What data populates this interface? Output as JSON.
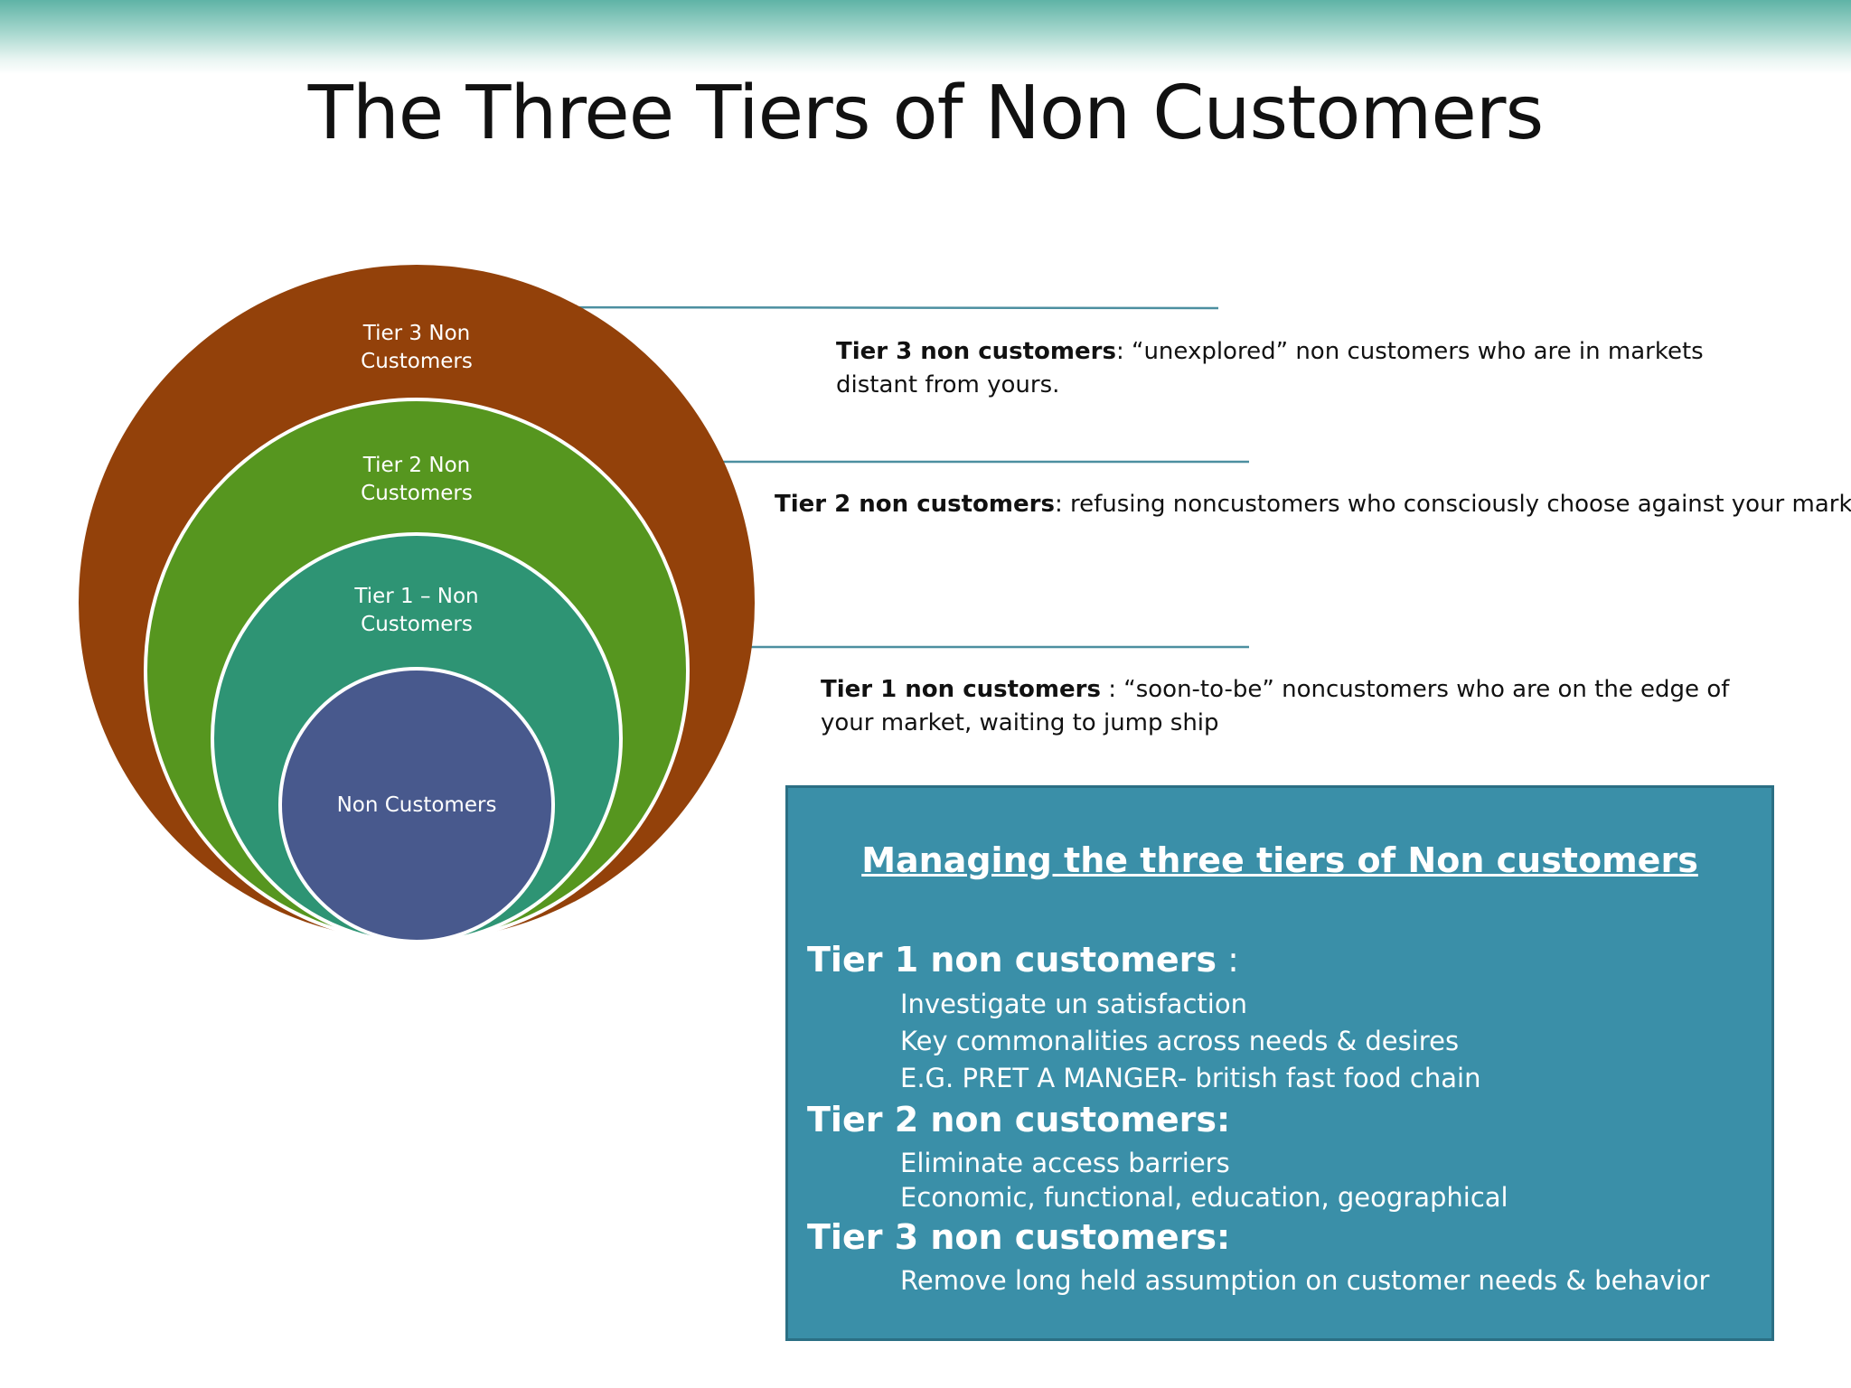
{
  "title": "The Three Tiers of Non Customers",
  "colors": {
    "tier3": "#93410a",
    "tier2": "#56961f",
    "tier1": "#2e9474",
    "core": "#48598d",
    "connector": "#4c8fa0",
    "box": "#3a8fa8"
  },
  "rings": {
    "tier3_label": [
      "Tier 3 Non",
      "Customers"
    ],
    "tier2_label": [
      "Tier 2 Non",
      "Customers"
    ],
    "tier1_label": [
      "Tier 1 – Non",
      "Customers"
    ],
    "core_label": "Non Customers"
  },
  "descriptions": {
    "tier3": {
      "term": "Tier 3 non customers",
      "line1_rest": ": “unexplored” non customers who are in markets",
      "line2": "distant from yours."
    },
    "tier2": {
      "term": "Tier 2 non customers",
      "rest": ": refusing noncustomers who consciously choose against your market"
    },
    "tier1": {
      "term": "Tier 1 non customers",
      "line1_rest": " : “soon-to-be” noncustomers who are on the edge of",
      "line2": "your market, waiting to jump ship"
    }
  },
  "managing_box": {
    "title": "Managing the three tiers of Non customers",
    "tier1": {
      "heading": "Tier 1 non customers",
      "suffix": " :",
      "items": [
        "Investigate un satisfaction",
        "Key commonalities across needs & desires",
        "E.G. PRET A MANGER- british fast food chain"
      ]
    },
    "tier2": {
      "heading": "Tier 2 non customers",
      "suffix": ":",
      "items": [
        "Eliminate access barriers",
        "Economic, functional, education, geographical"
      ]
    },
    "tier3": {
      "heading": "Tier 3 non customers",
      "suffix": ":",
      "items": [
        "Remove long held assumption on customer needs & behavior"
      ]
    }
  }
}
